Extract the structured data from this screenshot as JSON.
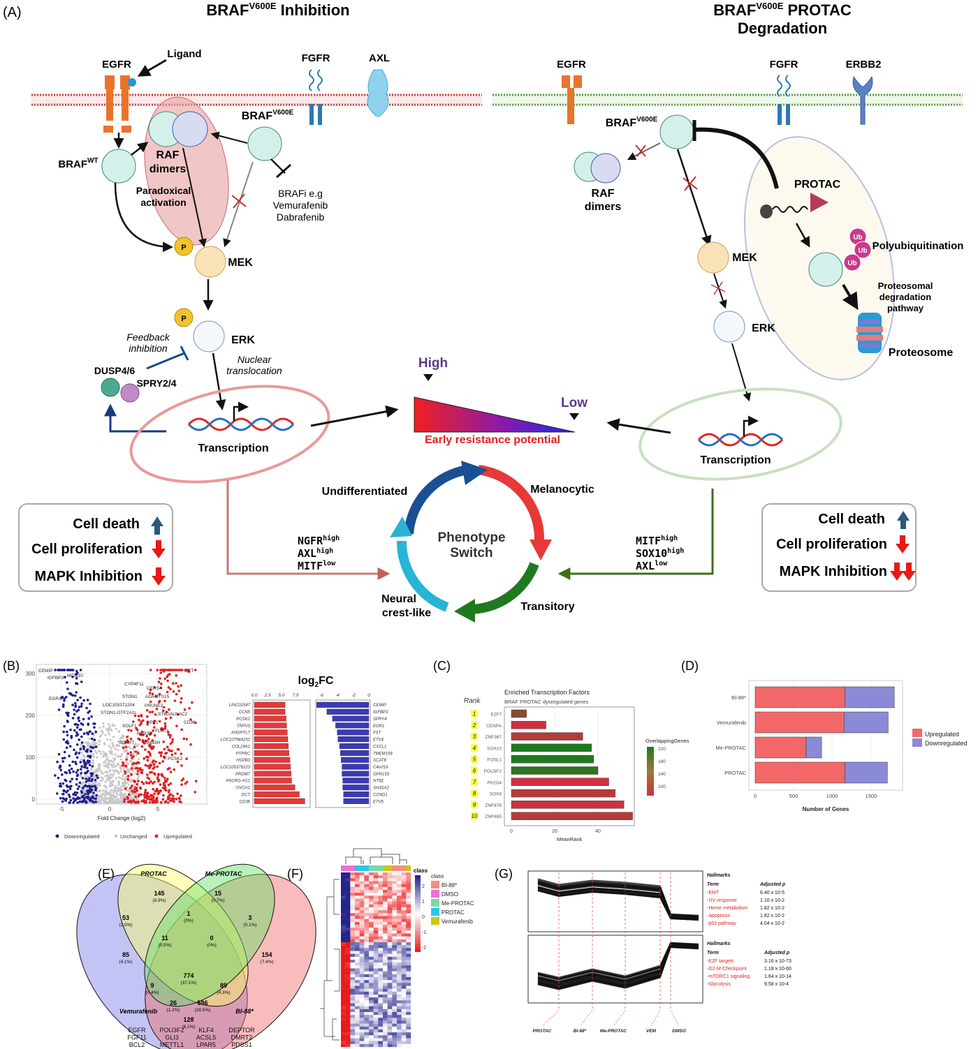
{
  "panel_a": {
    "label": "(A)",
    "left_title": {
      "main": "BRAF",
      "sup": "V600E",
      "rest": " Inhibition"
    },
    "right_title": {
      "main": "BRAF",
      "sup": "V600E",
      "rest": " PROTAC",
      "line2": "Degradation"
    },
    "left": {
      "egfr": "EGFR",
      "ligand": "Ligand",
      "fgfr": "FGFR",
      "axl": "AXL",
      "braf_v600e": {
        "main": "BRAF",
        "sup": "V600E"
      },
      "braf_wt": {
        "main": "BRAF",
        "sup": "WT"
      },
      "raf_dimers": [
        "RAF",
        "dimers"
      ],
      "paradoxical": [
        "Paradoxical",
        "activation"
      ],
      "brafi": [
        "BRAFi e.g",
        "Vemurafenib",
        "Dabrafenib"
      ],
      "p": "P",
      "mek": "MEK",
      "erk": "ERK",
      "feedback": [
        "Feedback",
        "inhibition"
      ],
      "nuclear": [
        "Nuclear",
        "translocation"
      ],
      "dusp": "DUSP4/6",
      "spry": "SPRY2/4",
      "transcription": "Transcription",
      "markers": [
        {
          "g": "NGFR",
          "s": "high"
        },
        {
          "g": "AXL",
          "s": "high"
        },
        {
          "g": "MITF",
          "s": "low"
        }
      ],
      "outcomes": [
        "Cell death",
        "Cell proliferation",
        "MAPK Inhibition"
      ]
    },
    "right": {
      "egfr": "EGFR",
      "fgfr": "FGFR",
      "erbb2": "ERBB2",
      "braf_v600e": {
        "main": "BRAF",
        "sup": "V600E"
      },
      "raf_dimers": [
        "RAF",
        "dimers"
      ],
      "protac": "PROTAC",
      "ub": "Ub",
      "polyub": "Polyubiquitination",
      "proteosomal": [
        "Proteosomal",
        "degradation",
        "pathway"
      ],
      "proteosome": "Proteosome",
      "mek": "MEK",
      "erk": "ERK",
      "transcription": "Transcription",
      "markers": [
        {
          "g": "MITF",
          "s": "high"
        },
        {
          "g": "SOX10",
          "s": "high"
        },
        {
          "g": "AXL",
          "s": "low"
        }
      ],
      "outcomes": [
        "Cell death",
        "Cell proliferation",
        "MAPK Inhibition"
      ]
    },
    "center": {
      "high": "High",
      "low": "Low",
      "resistance": "Early resistance potential",
      "phenotype": [
        "Phenotype",
        "Switch"
      ],
      "states": [
        "Undifferentiated",
        "Melanocytic",
        "Transitory",
        [
          "Neural",
          "crest-like"
        ]
      ]
    }
  },
  "panel_b": {
    "label": "(B)",
    "volcano": {
      "xlabel": "Fold Change (log2)",
      "xticks": [
        "-5",
        "0",
        "5"
      ],
      "yticks": [
        "0",
        "100",
        "200",
        "300"
      ],
      "genes": [
        "CEMIP",
        "IGFBP3",
        "MCM10",
        "EGR1",
        "CYP4F11",
        "CERS4",
        "STON1",
        "ADAMTS15",
        "LOC105371204",
        "PRUNE2",
        "STON1-GTF2A1L",
        "ST6GALNAC2",
        "SPP1",
        "CD36",
        "FLRT1",
        "SOLF1",
        "RAB3B",
        "FAM83H",
        "SCRRT",
        "PCSK2",
        "DCT"
      ],
      "legend": [
        "Downregulated",
        "Unchanged",
        "Upregulated"
      ],
      "colors": {
        "down": "#1f1f8f",
        "unchanged": "#c8c8c8",
        "up": "#e02020"
      }
    },
    "log2fc": {
      "title": "log",
      "title_sub": "2",
      "title_rest": "FC",
      "up_ticks": [
        "0.0",
        "2.5",
        "5.0",
        "7.5"
      ],
      "down_ticks": [
        "-6",
        "-4",
        "-2",
        "0"
      ],
      "up_genes": [
        "LINC02547",
        "CCN5",
        "PCSK2",
        "TRPV3",
        "ANGPTL7",
        "LOC107984252",
        "COL29A1",
        "PTPRC",
        "HSPB3",
        "LOC105376223",
        "PRDM7",
        "PACRG-AS1",
        "OVCH1",
        "DCT",
        "CD36"
      ],
      "up_values": [
        5.6,
        5.6,
        5.8,
        5.9,
        6.0,
        6.1,
        6.2,
        6.3,
        6.5,
        6.6,
        6.7,
        6.8,
        7.4,
        8.2,
        9.2
      ],
      "down_genes": [
        "CEMIP",
        "IGFBP3",
        "SPRY4",
        "EGR1",
        "FST",
        "ETV4",
        "CXCL1",
        "TMEM158",
        "SCAT8",
        "C4orf19",
        "GPR153",
        "NT5E",
        "SH3SA2",
        "CCND1",
        "ETV5"
      ],
      "down_values": [
        -6.6,
        -5.3,
        -4.6,
        -4.2,
        -4.0,
        -3.9,
        -3.7,
        -3.6,
        -3.5,
        -3.4,
        -3.4,
        -3.3,
        -3.3,
        -3.2,
        -3.2
      ]
    }
  },
  "panel_c": {
    "label": "(C)",
    "rank_label": "Rank",
    "title": "Enriched Transcription Factors",
    "subtitle": "BRAF PROTAC dysregulated genes",
    "xlabel": "MeanRank",
    "xticks": [
      "0",
      "20",
      "40"
    ],
    "legend_title": "OverlappingGenes",
    "legend_ticks": [
      "220",
      "180",
      "140",
      "100"
    ],
    "ranks": [
      "1",
      "2",
      "3",
      "4",
      "5",
      "6",
      "7",
      "8",
      "9",
      "10"
    ]
  },
  "panel_d": {
    "label": "(D)",
    "xlabel": "Number of Genes",
    "xticks": [
      "0",
      "500",
      "1000",
      "1500"
    ],
    "legend": [
      "Upregulated",
      "Downregulated"
    ]
  },
  "panel_e": {
    "label": "(E)",
    "sets": [
      "PROTAC",
      "Me-PROTAC",
      "Vemurafenib",
      "BI-88*"
    ],
    "regions": [
      {
        "n": "145",
        "p": "(6.9%)"
      },
      {
        "n": "15",
        "p": "(0.7%)"
      },
      {
        "n": "53",
        "p": "(2.5%)"
      },
      {
        "n": "1",
        "p": "(0%)"
      },
      {
        "n": "3",
        "p": "(0.1%)"
      },
      {
        "n": "85",
        "p": "(4.1%)"
      },
      {
        "n": "11",
        "p": "(0.5%)"
      },
      {
        "n": "0",
        "p": "(0%)"
      },
      {
        "n": "154",
        "p": "(7.4%)"
      },
      {
        "n": "774",
        "p": "(37.1%)"
      },
      {
        "n": "9",
        "p": "(0.4%)"
      },
      {
        "n": "89",
        "p": "(4.3%)"
      },
      {
        "n": "26",
        "p": "(1.2%)"
      },
      {
        "n": "596",
        "p": "(28.5%)"
      },
      {
        "n": "128",
        "p": "(6.1%)"
      }
    ],
    "genes": [
      [
        "EGFR",
        "FGF11",
        "BCL2"
      ],
      [
        "POU3F2",
        "GLI3",
        "METTL1"
      ],
      [
        "KLF4",
        "ACSL5",
        "LPAR5"
      ],
      [
        "DEPTOR",
        "DMRT2",
        "PDSS1"
      ]
    ]
  },
  "panel_f": {
    "label": "(F)",
    "class_title": "class",
    "scale_ticks": [
      "2",
      "1",
      "0",
      "-1",
      "-2"
    ],
    "legend_title": "class",
    "classes": [
      "BI-88*",
      "DMSO",
      "Me-PROTAC",
      "PROTAC",
      "Vemurafenib"
    ]
  },
  "panel_g": {
    "label": "(G)",
    "xlabels": [
      "PROTAC",
      "BI-88*",
      "Me-PROTAC",
      "VEM",
      "DMSO"
    ],
    "top": {
      "title": "Hallmarks",
      "term": "Term",
      "adj": "Adjusted p",
      "terms": [
        "-EMT",
        "-UV response",
        "-Heme metabolism",
        "-Apoptosis",
        "-p53 pathway"
      ],
      "pvals": [
        "6.40 x 10-5",
        "1.10 x 10-2",
        "1.82 x 10-2",
        "1.82 x 10-2",
        "4.04 x 10-2"
      ]
    },
    "bottom": {
      "title": "Hallmarks",
      "term": "Term",
      "adj": "Adjusted p",
      "terms": [
        "-E2F targets",
        "-G2-M Checkpoint",
        "-mTORC1 signaling",
        "-Glycolysis"
      ],
      "pvals": [
        "3.16 x 10-73",
        "1.18 x 10-60",
        "1.64 x 10-14",
        "9.58 x 10-4"
      ]
    }
  },
  "chart_data": [
    {
      "type": "bar",
      "panel": "C",
      "title": "Enriched Transcription Factors",
      "subtitle": "BRAF PROTAC dysregulated genes",
      "categories": [
        "E2F7",
        "CENPA",
        "ZNF367",
        "SOX10",
        "FOSL1",
        "POU3F2",
        "PA2G4",
        "SOX8",
        "ZNF878",
        "ZNF695"
      ],
      "values": [
        7,
        16,
        33,
        37,
        38,
        40,
        45,
        48,
        52,
        56
      ],
      "overlapping_genes": [
        150,
        100,
        120,
        220,
        220,
        210,
        100,
        120,
        105,
        120
      ],
      "xlabel": "MeanRank",
      "xlim": [
        0,
        56
      ],
      "legend_title": "OverlappingGenes"
    },
    {
      "type": "bar",
      "panel": "D",
      "categories": [
        "BI-88*",
        "Vemurafenib",
        "Me-PROTAC",
        "PROTAC"
      ],
      "series": [
        {
          "name": "Upregulated",
          "values": [
            1160,
            1150,
            660,
            1160
          ]
        },
        {
          "name": "Downregulated",
          "values": [
            640,
            570,
            200,
            550
          ]
        }
      ],
      "xlabel": "Number of Genes",
      "xlim": [
        0,
        1800
      ]
    }
  ]
}
